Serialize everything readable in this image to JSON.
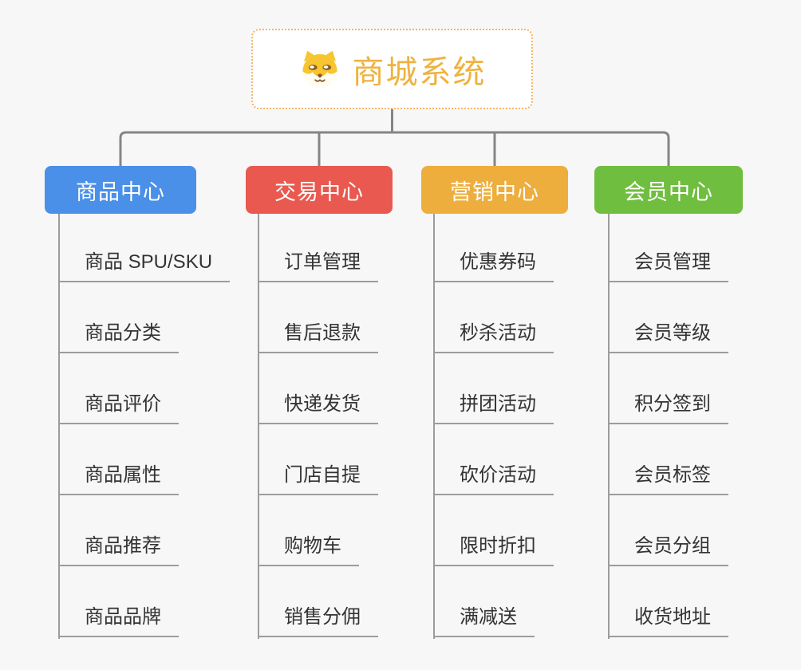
{
  "root": {
    "title": "商城系统",
    "icon": "shiba-dog-icon"
  },
  "branches": [
    {
      "label": "商品中心",
      "color": "#4a90e8",
      "items": [
        "商品 SPU/SKU",
        "商品分类",
        "商品评价",
        "商品属性",
        "商品推荐",
        "商品品牌"
      ]
    },
    {
      "label": "交易中心",
      "color": "#e9594f",
      "items": [
        "订单管理",
        "售后退款",
        "快递发货",
        "门店自提",
        "购物车",
        "销售分佣"
      ]
    },
    {
      "label": "营销中心",
      "color": "#edae3d",
      "items": [
        "优惠券码",
        "秒杀活动",
        "拼团活动",
        "砍价活动",
        "限时折扣",
        "满减送"
      ]
    },
    {
      "label": "会员中心",
      "color": "#70be3f",
      "items": [
        "会员管理",
        "会员等级",
        "积分签到",
        "会员标签",
        "会员分组",
        "收货地址"
      ]
    }
  ],
  "colors": {
    "background": "#f7f7f7",
    "connector_line": "#858585",
    "sub_line": "#9c9c9c",
    "item_text": "#333333",
    "root_border": "#f3b568",
    "root_title": "#efb23f",
    "header_text": "#ffffff"
  }
}
